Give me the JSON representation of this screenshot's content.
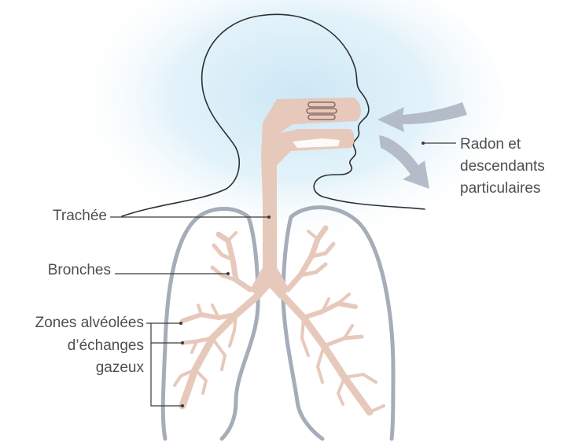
{
  "colors": {
    "background": "#ffffff",
    "air_glow": "#c9e6f5",
    "body_outline": "#2f2f2f",
    "lung_outline": "#a5adb9",
    "airway": "#e7c9bc",
    "arrow": "#b3bcc8",
    "leader_line": "#3a3a3a",
    "label_text": "#4f4f4f"
  },
  "labels": {
    "radon": [
      "Radon et",
      "descendants",
      "particulaires"
    ],
    "trachea": "Trachée",
    "bronchi": "Bronches",
    "alveolar": [
      "Zones alvéolées",
      "d’échanges",
      "gazeux"
    ]
  }
}
